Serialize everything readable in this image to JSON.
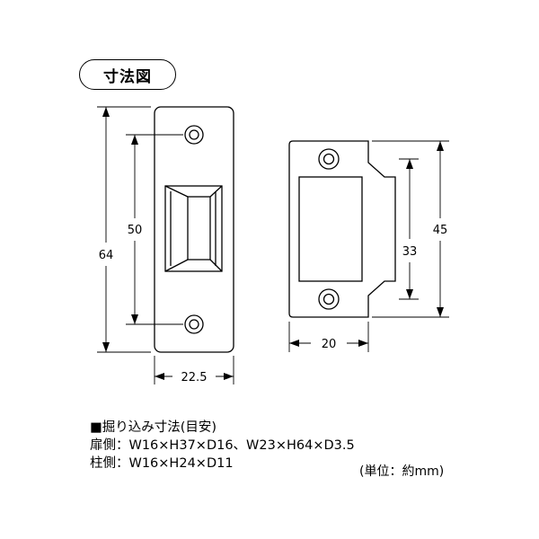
{
  "title": "寸法図",
  "dimensions": {
    "plate_height": "64",
    "hole_pitch": "50",
    "plate_width": "22.5",
    "strike_height": "45",
    "opening_height": "33",
    "strike_width": "20"
  },
  "notes": {
    "heading": "■掘り込み寸法(目安)",
    "door_side": "扉側：W16×H37×D16、W23×H64×D3.5",
    "frame_side": "柱側：W16×H24×D11",
    "unit": "(単位：約mm)"
  }
}
